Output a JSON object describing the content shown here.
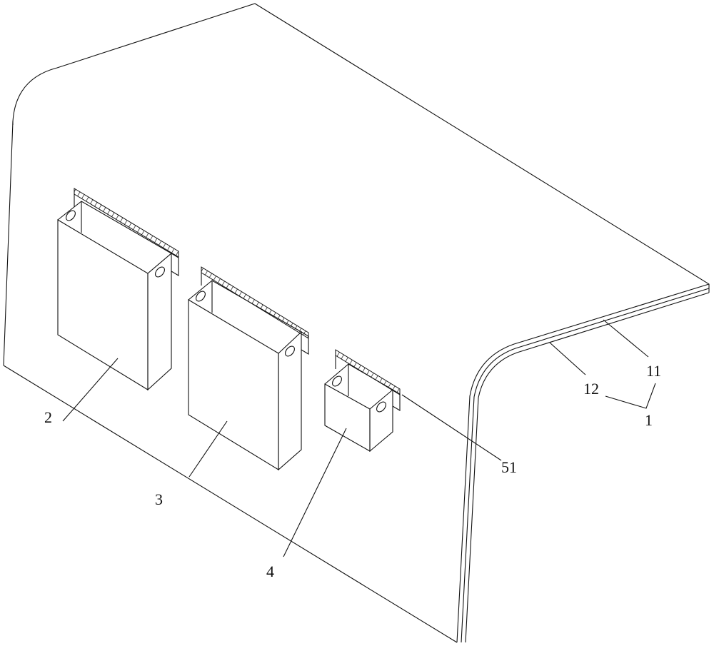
{
  "labels": {
    "panel": "1",
    "layer_outer": "11",
    "layer_inner": "12",
    "box_large_left": "2",
    "box_large_middle": "3",
    "box_small": "4",
    "mount_bracket": "51"
  },
  "colors": {
    "line": "#111111",
    "background": "#ffffff"
  }
}
